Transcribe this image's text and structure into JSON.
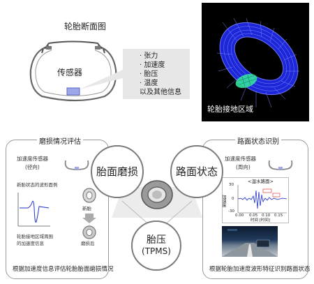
{
  "top": {
    "cross_section_title": "轮胎断面图",
    "sensor_label": "传感器",
    "info_items": [
      "· 张力",
      "· 加速度",
      "· 胎压",
      "· 温度",
      "以及其他信息"
    ],
    "contact_area_label": "轮胎接地区域"
  },
  "left_panel": {
    "title": "磨损情况评估",
    "sensor_label_line1": "加速度传感器",
    "sensor_label_line2": "(径向)",
    "waveform_label": "新胎状态的波形面例",
    "new_tire_label": "新胎",
    "worn_tire_label": "磨损后",
    "contact_info_line1": "轮胎接地区域周围",
    "contact_info_line2": "的加速度信息",
    "footer": "根据加速度信息评估轮胎胎面磨损情况"
  },
  "right_panel": {
    "title": "路面状态识别",
    "sensor_label_line1": "加速度传感器",
    "sensor_label_line2": "(周向)",
    "chart_title": "<湿水路面>",
    "chart_ylabel": "加速度",
    "chart_xlabel": "时间 [时间]",
    "chart_x_ticks": [
      "0.00",
      "0.05",
      "0.10",
      "0.15"
    ],
    "chart_y_ticks": [
      "30",
      "0",
      "-30"
    ],
    "footer": "根据轮胎加速度波形特征识别路面状态"
  },
  "center": {
    "wear_circle": "胎面磨损",
    "road_circle": "路面状态",
    "pressure_line1": "胎压",
    "pressure_line2": "(TPMS)"
  },
  "colors": {
    "sensor": "#9ea8e8",
    "mesh_bg": "#000000",
    "mesh": "#2a35ff",
    "contact_patch": "#36e0a0",
    "panel_border": "#9a9a9a",
    "signal": "#2233cc",
    "signal_red": "#dd2222"
  }
}
